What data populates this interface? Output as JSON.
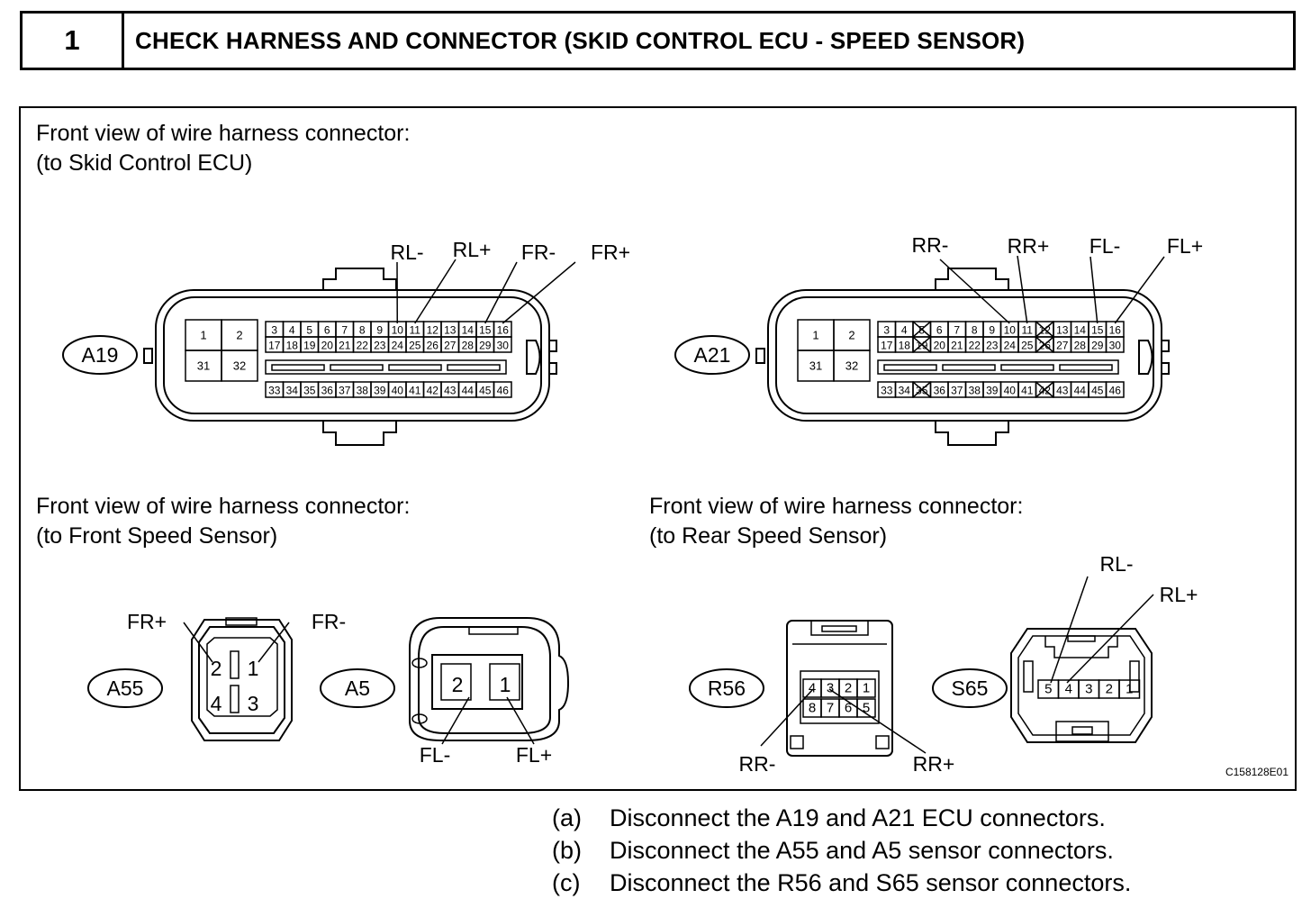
{
  "header": {
    "step_number": "1",
    "title": "CHECK HARNESS AND CONNECTOR (SKID CONTROL ECU - SPEED SENSOR)"
  },
  "ecu_caption": {
    "line1": "Front view of wire harness connector:",
    "line2": "(to Skid Control ECU)"
  },
  "front_sensor_caption": {
    "line1": "Front view of wire harness connector:",
    "line2": "(to Front Speed Sensor)"
  },
  "rear_sensor_caption": {
    "line1": "Front view of wire harness connector:",
    "line2": "(to Rear Speed Sensor)"
  },
  "connectors": {
    "A19": {
      "id": "A19",
      "big_pins": [
        "1",
        "2",
        "31",
        "32"
      ],
      "row_top": [
        "3",
        "4",
        "5",
        "6",
        "7",
        "8",
        "9",
        "10",
        "11",
        "12",
        "13",
        "14",
        "15",
        "16"
      ],
      "row_mid": [
        "17",
        "18",
        "19",
        "20",
        "21",
        "22",
        "23",
        "24",
        "25",
        "26",
        "27",
        "28",
        "29",
        "30"
      ],
      "row_bot": [
        "33",
        "34",
        "35",
        "36",
        "37",
        "38",
        "39",
        "40",
        "41",
        "42",
        "43",
        "44",
        "45",
        "46"
      ],
      "crossed_pins": [],
      "labels": [
        {
          "text": "RL-",
          "pin": "10"
        },
        {
          "text": "RL+",
          "pin": "11"
        },
        {
          "text": "FR-",
          "pin": "15"
        },
        {
          "text": "FR+",
          "pin": "16"
        }
      ]
    },
    "A21": {
      "id": "A21",
      "big_pins": [
        "1",
        "2",
        "31",
        "32"
      ],
      "row_top": [
        "3",
        "4",
        "5",
        "6",
        "7",
        "8",
        "9",
        "10",
        "11",
        "12",
        "13",
        "14",
        "15",
        "16"
      ],
      "row_mid": [
        "17",
        "18",
        "19",
        "20",
        "21",
        "22",
        "23",
        "24",
        "25",
        "26",
        "27",
        "28",
        "29",
        "30"
      ],
      "row_bot": [
        "33",
        "34",
        "35",
        "36",
        "37",
        "38",
        "39",
        "40",
        "41",
        "42",
        "43",
        "44",
        "45",
        "46"
      ],
      "crossed_pins": [
        "5",
        "12",
        "19",
        "26",
        "35",
        "42"
      ],
      "labels": [
        {
          "text": "RR-",
          "pin": "10"
        },
        {
          "text": "RR+",
          "pin": "11"
        },
        {
          "text": "FL-",
          "pin": "15"
        },
        {
          "text": "FL+",
          "pin": "16"
        }
      ]
    },
    "A55": {
      "id": "A55",
      "pins": [
        "2",
        "1",
        "4",
        "3"
      ],
      "labels": [
        {
          "text": "FR+",
          "pin": "2"
        },
        {
          "text": "FR-",
          "pin": "1"
        }
      ]
    },
    "A5": {
      "id": "A5",
      "pins": [
        "2",
        "1"
      ],
      "labels": [
        {
          "text": "FL-",
          "pin": "2"
        },
        {
          "text": "FL+",
          "pin": "1"
        }
      ]
    },
    "R56": {
      "id": "R56",
      "pins_top": [
        "4",
        "3",
        "2",
        "1"
      ],
      "pins_bottom": [
        "8",
        "7",
        "6",
        "5"
      ],
      "labels": [
        {
          "text": "RR-",
          "pin": "4"
        },
        {
          "text": "RR+",
          "pin": "3"
        }
      ]
    },
    "S65": {
      "id": "S65",
      "pins": [
        "5",
        "4",
        "3",
        "2",
        "1"
      ],
      "labels": [
        {
          "text": "RL-",
          "pin": "5"
        },
        {
          "text": "RL+",
          "pin": "4"
        }
      ]
    }
  },
  "figure_code": "C158128E01",
  "steps": [
    {
      "mark": "(a)",
      "text": "Disconnect the A19 and A21 ECU connectors."
    },
    {
      "mark": "(b)",
      "text": "Disconnect the A55 and A5 sensor connectors."
    },
    {
      "mark": "(c)",
      "text": "Disconnect the R56 and S65 sensor connectors."
    }
  ]
}
